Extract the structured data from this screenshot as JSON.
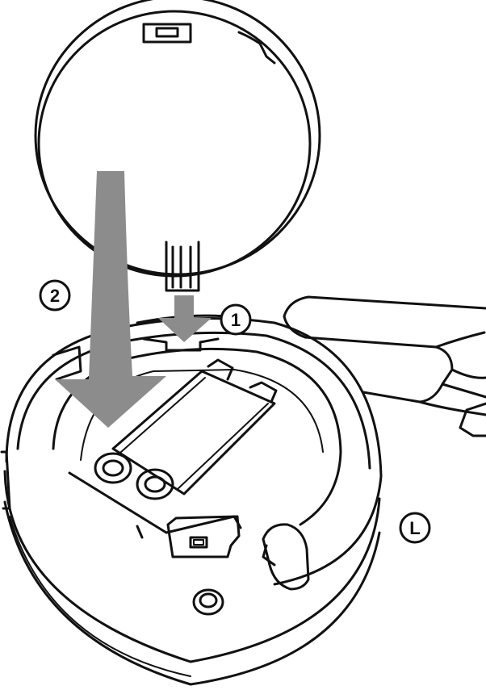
{
  "labels": {
    "step_insert_tab": "1",
    "step_close_cover": "2",
    "side_indicator": "L"
  },
  "colors": {
    "line": "#111111",
    "arrow_fill": "#8c8c8c",
    "background": "#ffffff"
  }
}
